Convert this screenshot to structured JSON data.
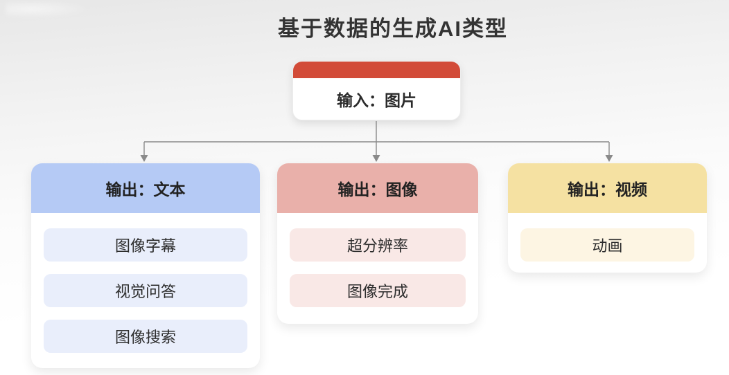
{
  "title": "基于数据的生成AI类型",
  "input_node": {
    "label": "输入：图片"
  },
  "columns": [
    {
      "id": "text",
      "header": "输出：文本",
      "items": [
        "图像字幕",
        "视觉问答",
        "图像搜索"
      ]
    },
    {
      "id": "image",
      "header": "输出：图像",
      "items": [
        "超分辨率",
        "图像完成"
      ]
    },
    {
      "id": "video",
      "header": "输出：视频",
      "items": [
        "动画"
      ]
    }
  ],
  "colors": {
    "input_accent": "#d24b38",
    "text_header_bg": "#b5caf5",
    "image_header_bg": "#e9b0aa",
    "video_header_bg": "#f5e1a2",
    "text_item_bg": "#e9eefb",
    "image_item_bg": "#f9e8e6",
    "video_item_bg": "#fdf5e3",
    "connector": "#8a8a8a"
  }
}
